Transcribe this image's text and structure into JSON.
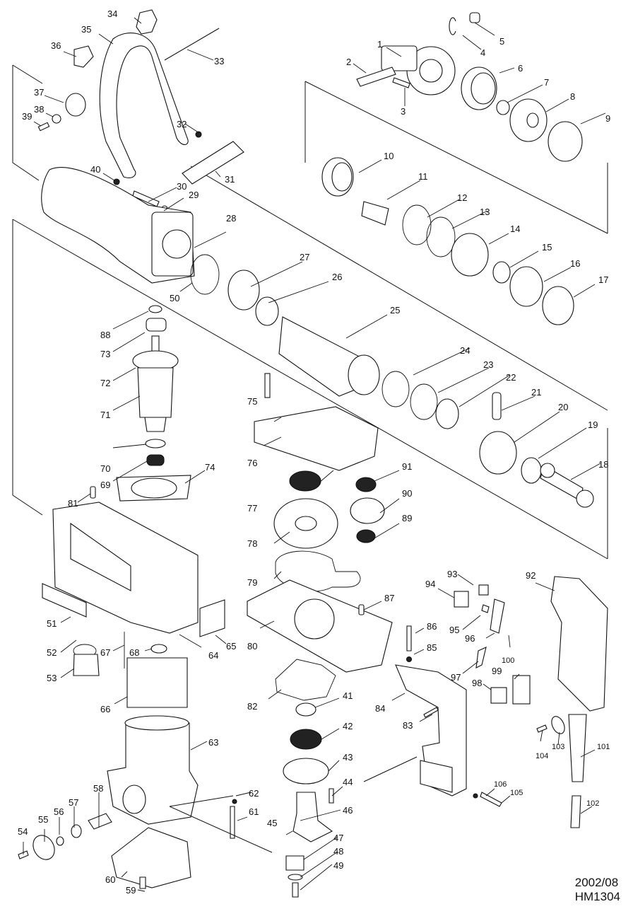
{
  "document": {
    "type": "exploded parts diagram",
    "date": "2002/08",
    "model": "HM1304"
  },
  "parts": [
    {
      "no": "1"
    },
    {
      "no": "2"
    },
    {
      "no": "3"
    },
    {
      "no": "4"
    },
    {
      "no": "5"
    },
    {
      "no": "6"
    },
    {
      "no": "7"
    },
    {
      "no": "8"
    },
    {
      "no": "9"
    },
    {
      "no": "10"
    },
    {
      "no": "11"
    },
    {
      "no": "12"
    },
    {
      "no": "13"
    },
    {
      "no": "14"
    },
    {
      "no": "15"
    },
    {
      "no": "16"
    },
    {
      "no": "17"
    },
    {
      "no": "18"
    },
    {
      "no": "19"
    },
    {
      "no": "20"
    },
    {
      "no": "21"
    },
    {
      "no": "22"
    },
    {
      "no": "23"
    },
    {
      "no": "24"
    },
    {
      "no": "25"
    },
    {
      "no": "26"
    },
    {
      "no": "27"
    },
    {
      "no": "28"
    },
    {
      "no": "29"
    },
    {
      "no": "30"
    },
    {
      "no": "31"
    },
    {
      "no": "32"
    },
    {
      "no": "33"
    },
    {
      "no": "34"
    },
    {
      "no": "35"
    },
    {
      "no": "36"
    },
    {
      "no": "37"
    },
    {
      "no": "38"
    },
    {
      "no": "39"
    },
    {
      "no": "40"
    },
    {
      "no": "41"
    },
    {
      "no": "42"
    },
    {
      "no": "43"
    },
    {
      "no": "44"
    },
    {
      "no": "45"
    },
    {
      "no": "46"
    },
    {
      "no": "47"
    },
    {
      "no": "48"
    },
    {
      "no": "49"
    },
    {
      "no": "50"
    },
    {
      "no": "51"
    },
    {
      "no": "52"
    },
    {
      "no": "53"
    },
    {
      "no": "54"
    },
    {
      "no": "55"
    },
    {
      "no": "56"
    },
    {
      "no": "57"
    },
    {
      "no": "58"
    },
    {
      "no": "59"
    },
    {
      "no": "60"
    },
    {
      "no": "61"
    },
    {
      "no": "62"
    },
    {
      "no": "63"
    },
    {
      "no": "64"
    },
    {
      "no": "65"
    },
    {
      "no": "66"
    },
    {
      "no": "67"
    },
    {
      "no": "68"
    },
    {
      "no": "69"
    },
    {
      "no": "70"
    },
    {
      "no": "71"
    },
    {
      "no": "72"
    },
    {
      "no": "73"
    },
    {
      "no": "74"
    },
    {
      "no": "75"
    },
    {
      "no": "76"
    },
    {
      "no": "77"
    },
    {
      "no": "78"
    },
    {
      "no": "79"
    },
    {
      "no": "80"
    },
    {
      "no": "81"
    },
    {
      "no": "82"
    },
    {
      "no": "83"
    },
    {
      "no": "84"
    },
    {
      "no": "85"
    },
    {
      "no": "86"
    },
    {
      "no": "87"
    },
    {
      "no": "88"
    },
    {
      "no": "89"
    },
    {
      "no": "90"
    },
    {
      "no": "91"
    },
    {
      "no": "92"
    },
    {
      "no": "93"
    },
    {
      "no": "94"
    },
    {
      "no": "95"
    },
    {
      "no": "96"
    },
    {
      "no": "97"
    },
    {
      "no": "98"
    },
    {
      "no": "99"
    },
    {
      "no": "100"
    },
    {
      "no": "101"
    },
    {
      "no": "102"
    },
    {
      "no": "103"
    },
    {
      "no": "104"
    },
    {
      "no": "105"
    },
    {
      "no": "106"
    }
  ]
}
